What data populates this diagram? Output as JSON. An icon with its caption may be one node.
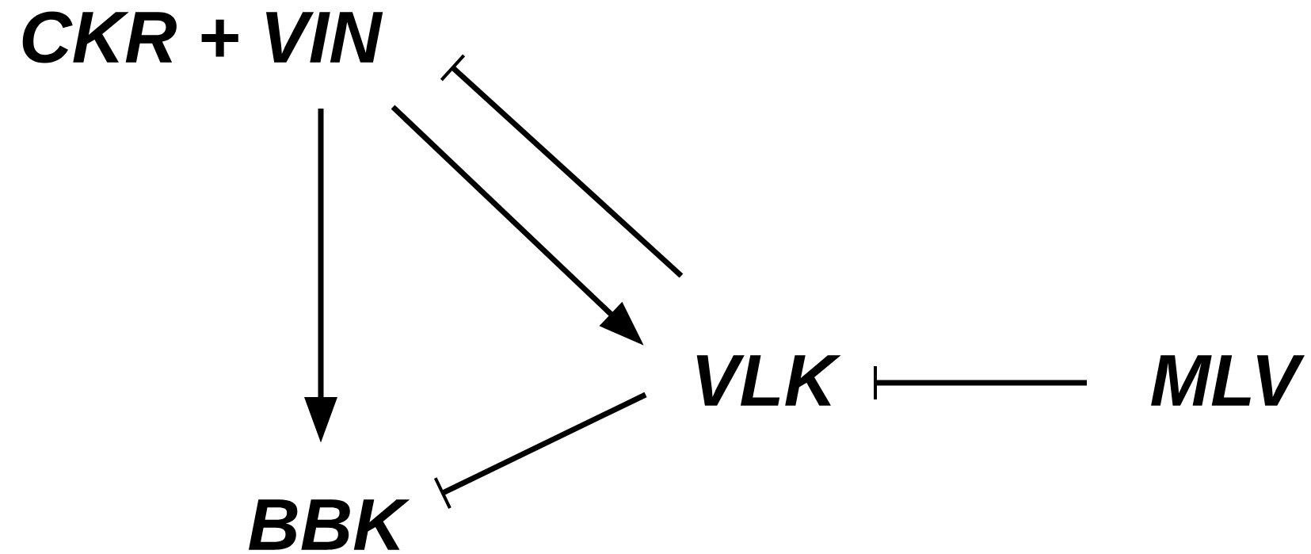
{
  "diagram": {
    "nodes": [
      {
        "text": [
          "CKR + VIN"
        ]
      },
      {
        "text": [
          "VLK"
        ]
      },
      {
        "text": [
          "MLV"
        ]
      },
      {
        "text": [
          "BBK"
        ]
      }
    ],
    "edges": [
      {
        "from": 0,
        "to": 3,
        "arrow": "to"
      },
      {
        "from": 0,
        "to": 1,
        "arrow": "to"
      },
      {
        "from": 1,
        "to": 0,
        "arrow": "other"
      },
      {
        "from": 2,
        "to": 1,
        "arrow": "other"
      },
      {
        "from": 1,
        "to": 3,
        "arrow": "other"
      }
    ]
  }
}
